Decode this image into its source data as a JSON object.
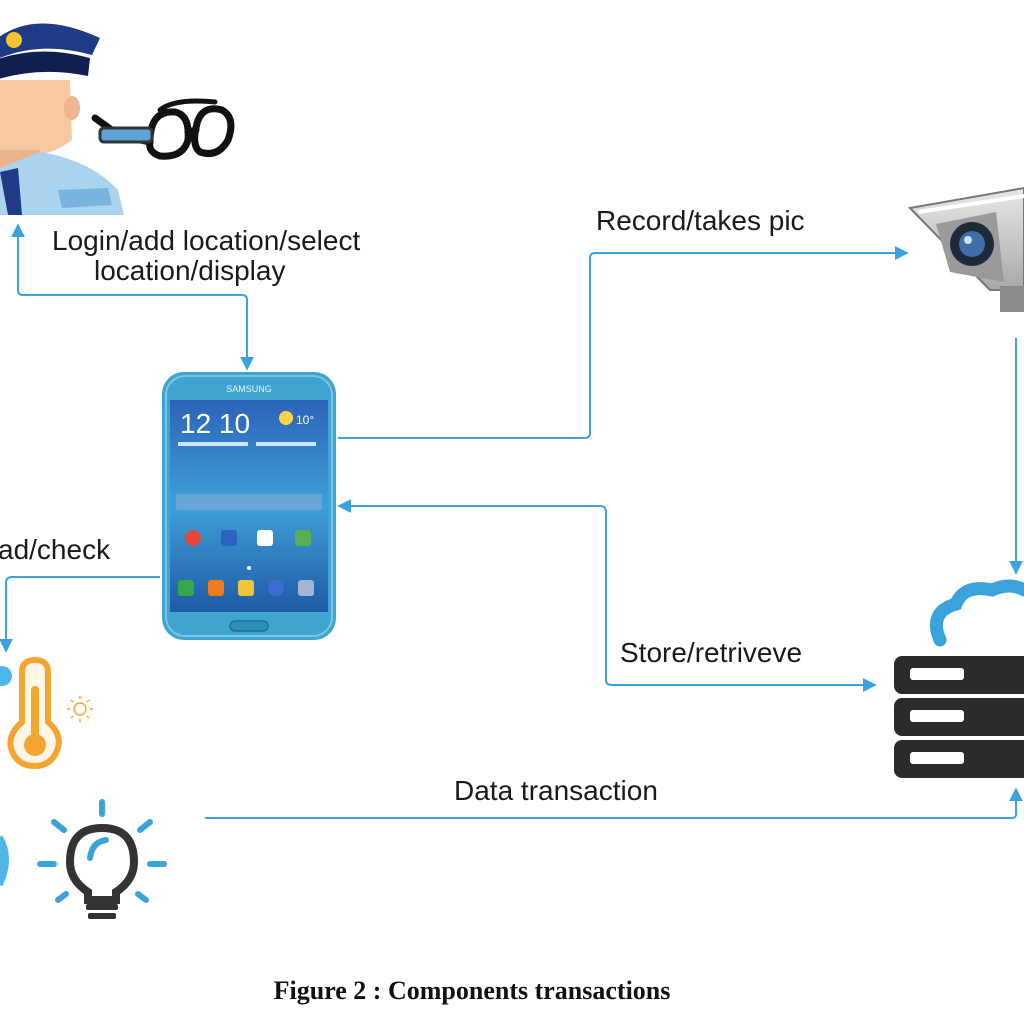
{
  "labels": {
    "officer_link": [
      "Login/add location/select",
      "location/display"
    ],
    "camera_link": "Record/takes pic",
    "sensor_link": "ad/check",
    "storage_link": "Store/retriveve",
    "data_link": "Data transaction"
  },
  "phone": {
    "brand": "SAMSUNG",
    "time": "12 10",
    "temperature": "10°"
  },
  "caption": "Figure 2 : Components transactions",
  "colors": {
    "connector": "#3aa3dc",
    "phone_body": "#3fa5d0",
    "server": "#2b2b2b",
    "cloud": "#3aa3dc",
    "thermometer": "#f2a531",
    "bulb_rays": "#3aa3dc"
  }
}
